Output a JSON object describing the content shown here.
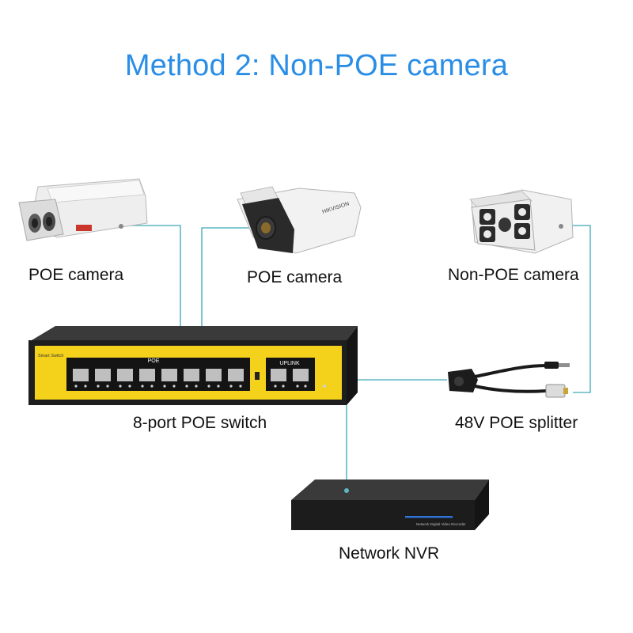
{
  "title": "Method 2: Non-POE camera",
  "labels": {
    "cam1": "POE camera",
    "cam2": "POE camera",
    "cam3": "Non-POE camera",
    "switch": "8-port POE switch",
    "splitter": "48V POE splitter",
    "nvr": "Network NVR"
  },
  "device_text": {
    "switch_brand": "Smart Switch",
    "poe_group": "POE",
    "uplink_group": "UPLINK",
    "cam2_brand": "HIKVISION",
    "nvr_caption": "Network Digital Video Recorder"
  },
  "colors": {
    "title": "#2a8ee6",
    "cable": "#5fb7c4",
    "switch_panel": "#f4d21c",
    "switch_body": "#1e1e1e"
  }
}
